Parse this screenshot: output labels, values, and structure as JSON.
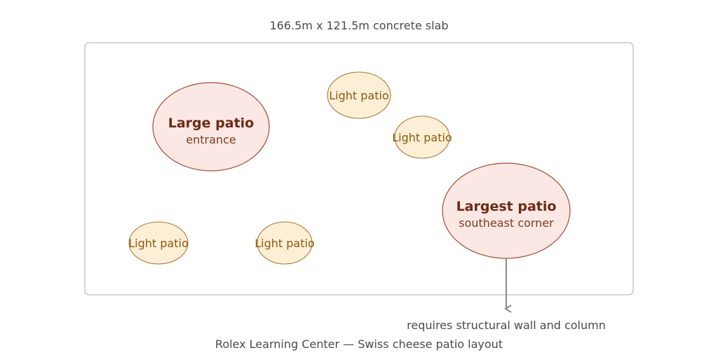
{
  "diagram": {
    "slab_label": "166.5m x 121.5m concrete slab",
    "caption": "Rolex Learning Center — Swiss cheese patio layout",
    "note": "requires structural wall and column",
    "patios": {
      "large": {
        "title": "Large patio",
        "subtitle": "entrance"
      },
      "largest": {
        "title": "Largest patio",
        "subtitle": "southeast corner"
      },
      "light_1": {
        "label": "Light patio"
      },
      "light_2": {
        "label": "Light patio"
      },
      "light_3": {
        "label": "Light patio"
      },
      "light_4": {
        "label": "Light patio"
      }
    },
    "colors": {
      "large_fill": "#fbe8e4",
      "large_stroke": "#a34a33",
      "light_fill": "#fdefd6",
      "light_stroke": "#a87a35",
      "slab_stroke": "#c9c9c9",
      "arrow": "#8a8a8a"
    }
  }
}
